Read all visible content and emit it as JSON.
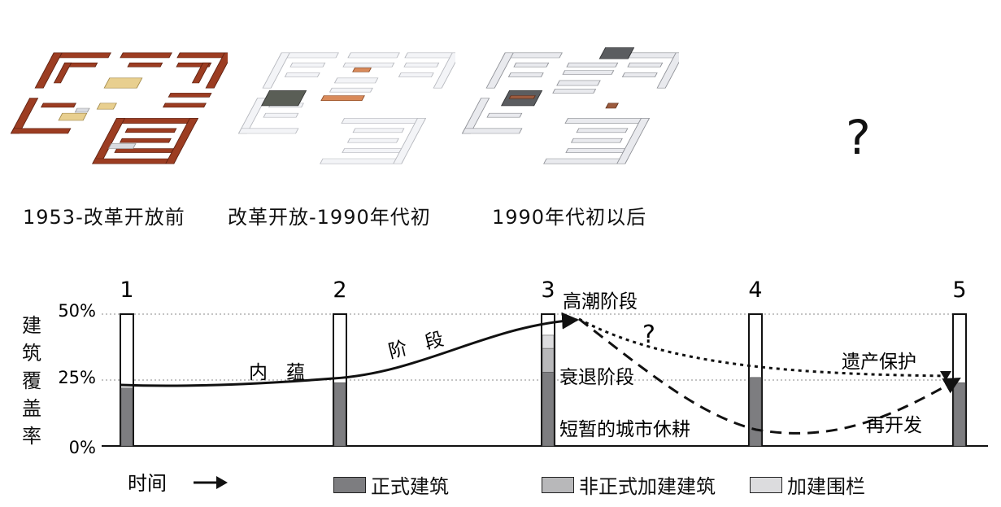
{
  "periods": [
    {
      "label": "1953-改革开放前",
      "style": "brick"
    },
    {
      "label": "改革开放-1990年代初",
      "style": "white-mixed"
    },
    {
      "label": "1990年代初以后",
      "style": "grey-dense"
    }
  ],
  "future_marker": "?",
  "y_axis": {
    "label": "建筑覆盖率",
    "ticks": [
      "50%",
      "25%",
      "0%"
    ]
  },
  "stages": [
    "1",
    "2",
    "3",
    "4",
    "5"
  ],
  "annotations": {
    "phase_1": "内　蕴",
    "phase_2": "阶　段",
    "peak": "高潮阶段",
    "question": "?",
    "decline": "衰退阶段",
    "fallow": "短暂的城市休耕",
    "heritage": "遗产保护",
    "redevelop": "再开发"
  },
  "time_label": "时间",
  "legend": [
    {
      "label": "正式建筑",
      "color": "#7d7d80"
    },
    {
      "label": "非正式加建建筑",
      "color": "#b8b8ba"
    },
    {
      "label": "加建围栏",
      "color": "#dcdcde"
    }
  ],
  "chart_data": {
    "type": "diagram",
    "stages": [
      "1",
      "2",
      "3",
      "4",
      "5"
    ],
    "coverage_formal": [
      0.22,
      0.24,
      0.28,
      0.26,
      0.24
    ],
    "coverage_informal": [
      0,
      0,
      0.09,
      0,
      0
    ],
    "coverage_fence": [
      0,
      0,
      0.05,
      0,
      0
    ],
    "ylim": [
      0,
      0.5
    ]
  }
}
